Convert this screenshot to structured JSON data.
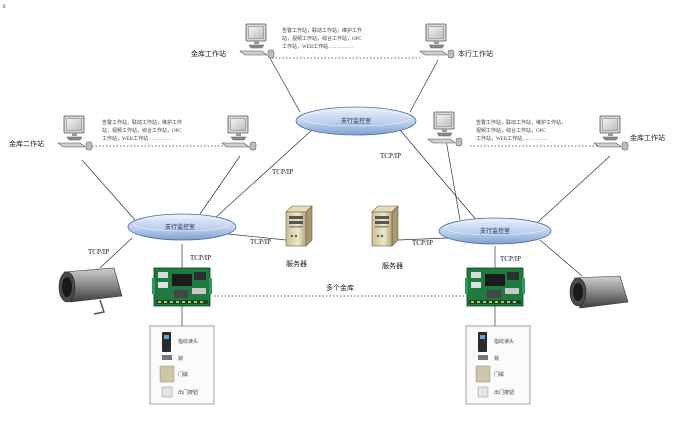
{
  "diagram": {
    "corner_mark": "ε",
    "workstations": {
      "top_left_label": "金库工作站",
      "top_right_label": "本行工作站",
      "mid_left_label": "金库二作站",
      "mid_right_label": "金库工作站"
    },
    "notes": {
      "top_center": [
        "告警工作站，联动工作站，维护工作",
        "站，视频工作站，综合工作站，OPC",
        "工作站，WEB工作站……………"
      ],
      "mid_left": [
        "告警工作站，联动工作站，维护工作",
        "站，视频工作站，综合工作站，OPC",
        "工作站，WEB工作站……………"
      ],
      "mid_right": [
        "告警工作站，联动工作站，维护工作站，",
        "视频工作站，综合工作站，OPC",
        "工作站，WEB工作站……………"
      ]
    },
    "networks": {
      "top": "支行监控室",
      "left": "支行监控室",
      "right": "支行监控室"
    },
    "protocols": {
      "top_left": "TCP/IP",
      "top_right": "TCP/IP",
      "left_camera": "TCP/IP",
      "left_board": "TCP/IP",
      "left_server": "TCP/IP",
      "right_server": "TCP/IP",
      "right_board": "TCP/IP"
    },
    "servers": {
      "left": "服务器",
      "right": "服务器"
    },
    "link_label": "多个金库",
    "panels": {
      "left": [
        "指纹读头",
        "锁",
        "门磁",
        "出门按钮"
      ],
      "right": [
        "指纹读头",
        "锁",
        "门磁",
        "出门按钮"
      ]
    },
    "colors": {
      "ring_fill": "#c9daf0",
      "ring_stroke": "#4c6fa5",
      "board_green": "#1f7a3f",
      "line": "#333333"
    }
  }
}
